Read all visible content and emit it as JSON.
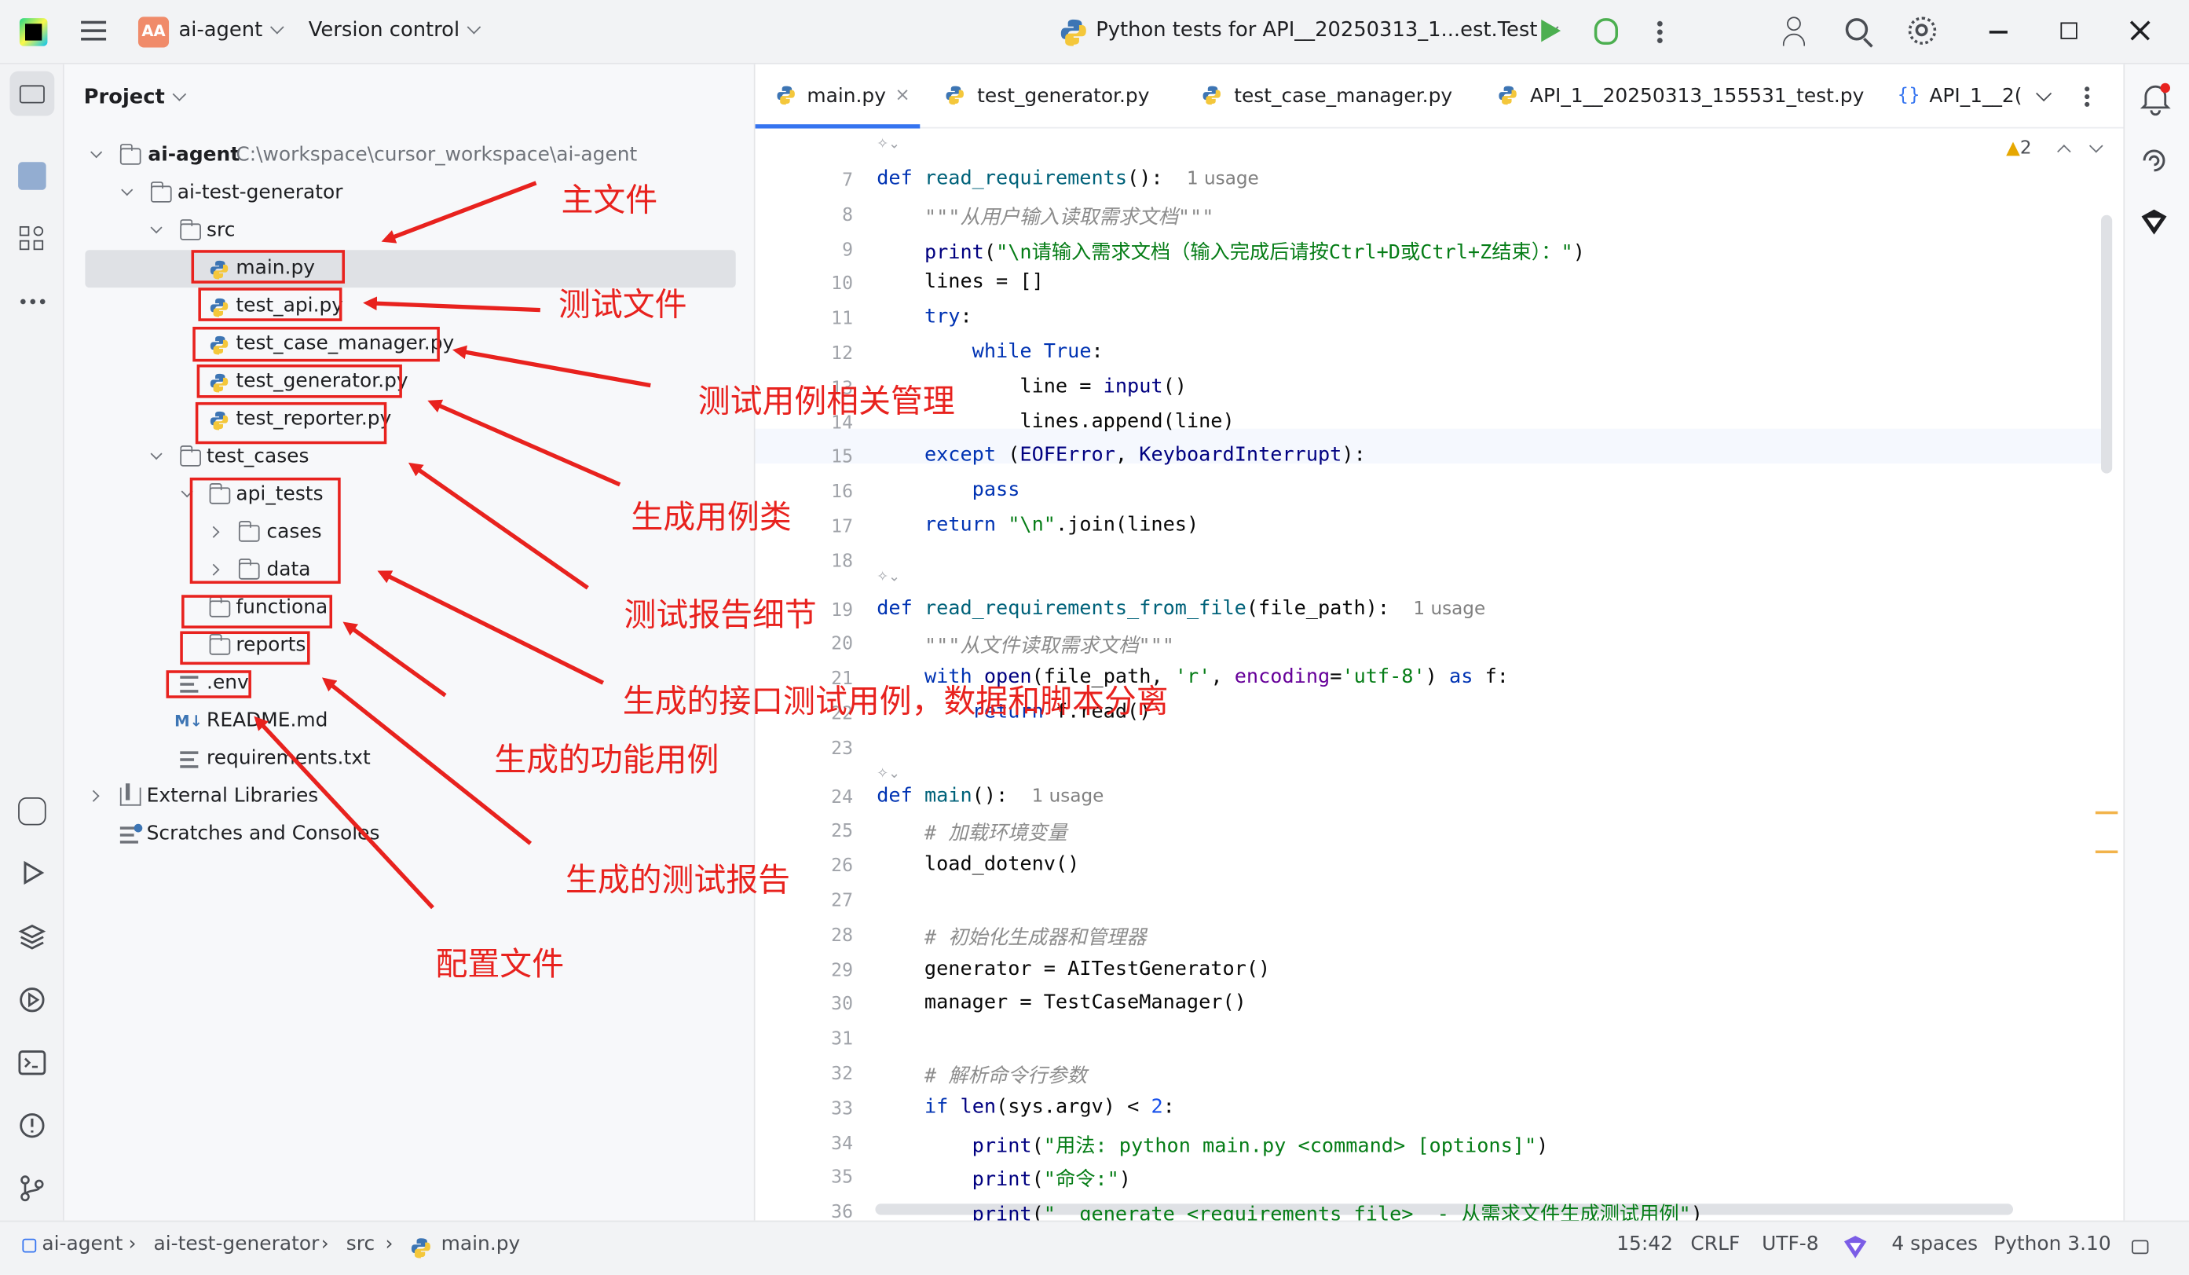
{
  "titlebar": {
    "project_badge": "AA",
    "project_name": "ai-agent",
    "vcs": "Version control",
    "run_config": "Python tests for API__20250313_1...est.Test"
  },
  "project_panel": {
    "title": "Project",
    "tree": [
      {
        "label": "ai-agent",
        "path": "C:\\workspace\\cursor_workspace\\ai-agent"
      },
      {
        "label": "ai-test-generator"
      },
      {
        "label": "src"
      },
      {
        "label": "main.py"
      },
      {
        "label": "test_api.py"
      },
      {
        "label": "test_case_manager.py"
      },
      {
        "label": "test_generator.py"
      },
      {
        "label": "test_reporter.py"
      },
      {
        "label": "test_cases"
      },
      {
        "label": "api_tests"
      },
      {
        "label": "cases"
      },
      {
        "label": "data"
      },
      {
        "label": "functional"
      },
      {
        "label": "reports"
      },
      {
        "label": ".env"
      },
      {
        "label": "README.md"
      },
      {
        "label": "requirements.txt"
      },
      {
        "label": "External Libraries"
      },
      {
        "label": "Scratches and Consoles"
      }
    ]
  },
  "tabs": [
    "main.py",
    "test_generator.py",
    "test_case_manager.py",
    "API_1__20250313_155531_test.py",
    "API_1__2("
  ],
  "warnings": "2",
  "code": {
    "lines": [
      "7",
      "8",
      "9",
      "10",
      "11",
      "12",
      "13",
      "14",
      "15",
      "16",
      "17",
      "18",
      "19",
      "20",
      "21",
      "22",
      "23",
      "24",
      "25",
      "26",
      "27",
      "28",
      "29",
      "30",
      "31",
      "32",
      "33",
      "34",
      "35",
      "36"
    ],
    "usage": "1 usage"
  },
  "annotations": {
    "main": "主文件",
    "test": "测试文件",
    "manage": "测试用例相关管理",
    "gen": "生成用例类",
    "report": "测试报告细节",
    "api": "生成的接口测试用例，数据和脚本分离",
    "func": "生成的功能用例",
    "reports": "生成的测试报告",
    "config": "配置文件"
  },
  "status": {
    "crumbs": [
      "ai-agent",
      "ai-test-generator",
      "src",
      "main.py"
    ],
    "pos": "15:42",
    "eol": "CRLF",
    "enc": "UTF-8",
    "indent": "4 spaces",
    "interp": "Python 3.10"
  }
}
